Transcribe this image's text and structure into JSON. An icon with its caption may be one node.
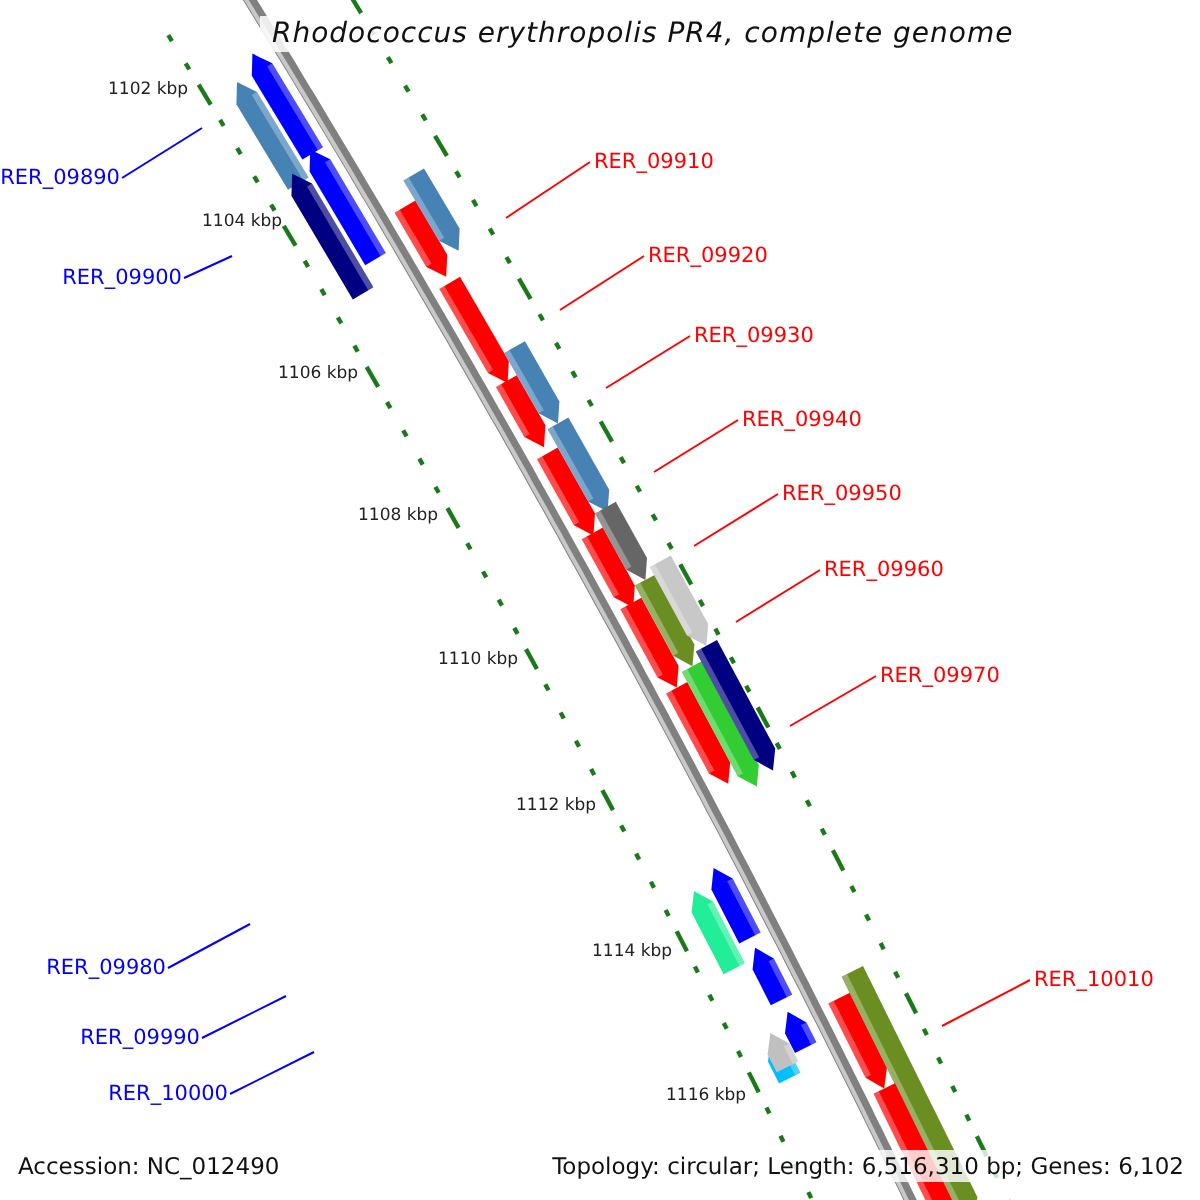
{
  "diagram": {
    "title": "Rhodococcus erythropolis PR4, complete genome",
    "nodes": [
      {
        "text": [
          "RER_09890"
        ]
      },
      {
        "text": [
          "RER_09900"
        ]
      },
      {
        "text": [
          "RER_09910"
        ]
      },
      {
        "text": [
          "RER_09920"
        ]
      },
      {
        "text": [
          "RER_09930"
        ]
      },
      {
        "text": [
          "RER_09940"
        ]
      },
      {
        "text": [
          "RER_09950"
        ]
      },
      {
        "text": [
          "RER_09960"
        ]
      },
      {
        "text": [
          "RER_09970"
        ]
      },
      {
        "text": [
          "RER_09980"
        ]
      },
      {
        "text": [
          "RER_09990"
        ]
      },
      {
        "text": [
          "RER_10000"
        ]
      },
      {
        "text": [
          "RER_10010"
        ]
      }
    ],
    "edges": [
      {
        "from": 0,
        "to": null,
        "arrow": "none",
        "color": "#0000ff"
      },
      {
        "from": 1,
        "to": null,
        "arrow": "none",
        "color": "#0000ff"
      },
      {
        "from": 2,
        "to": null,
        "arrow": "none"
      },
      {
        "from": 3,
        "to": null,
        "arrow": "none"
      },
      {
        "from": 4,
        "to": null,
        "arrow": "none"
      },
      {
        "from": 5,
        "to": null,
        "arrow": "none"
      },
      {
        "from": 6,
        "to": null,
        "arrow": "none"
      },
      {
        "from": 7,
        "to": null,
        "arrow": "none"
      },
      {
        "from": 8,
        "to": null,
        "arrow": "none"
      },
      {
        "from": 9,
        "to": null,
        "arrow": "none",
        "color": "#0000ff"
      },
      {
        "from": 10,
        "to": null,
        "arrow": "none",
        "color": "#0000ff"
      },
      {
        "from": 11,
        "to": null,
        "arrow": "none",
        "color": "#0000ff"
      },
      {
        "from": 12,
        "to": null,
        "arrow": "none"
      }
    ],
    "labels": [
      "1102 kbp",
      "1104 kbp",
      "1106 kbp",
      "1108 kbp",
      "1110 kbp",
      "1112 kbp",
      "1114 kbp",
      "1116 kbp",
      "Accession: NC_012490",
      "Topology: circular; Length: 6,516,310 bp; Genes: 6,102"
    ]
  }
}
